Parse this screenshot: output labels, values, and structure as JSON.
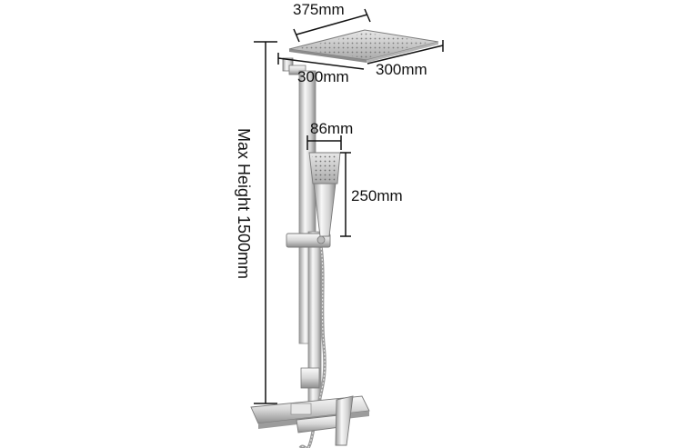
{
  "dimensions": {
    "head_diagonal": "375mm",
    "head_depth": "300mm",
    "head_width": "300mm",
    "handheld_width": "86mm",
    "handheld_length": "250mm",
    "max_height": "Max Height 1500mm"
  },
  "colors": {
    "chrome_light": "#f4f4f4",
    "chrome_mid": "#c9c9c9",
    "chrome_dark": "#7a7a7a",
    "dimension_line": "#111111"
  }
}
